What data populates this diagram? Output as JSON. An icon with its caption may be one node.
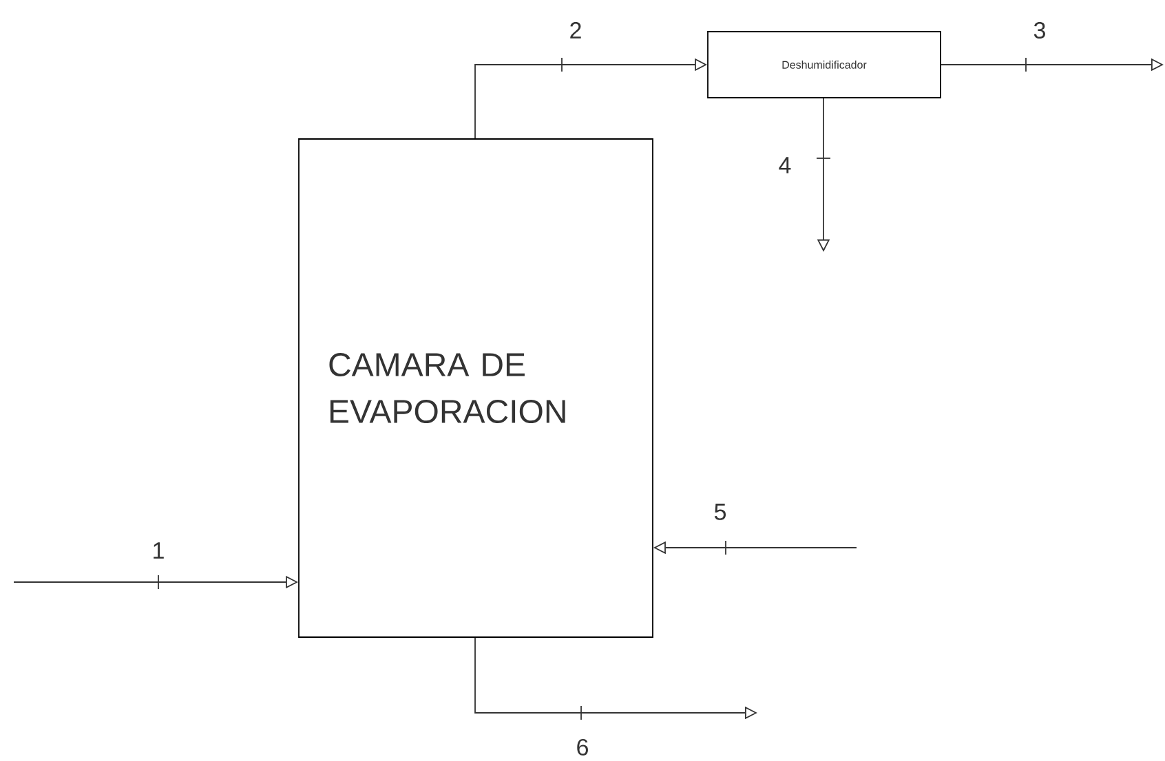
{
  "diagram": {
    "nodes": [
      {
        "text": [
          "CAMARA DE EVAPORACION"
        ]
      },
      {
        "text": [
          "Deshumidificador"
        ]
      }
    ],
    "edges": [
      {
        "from": null,
        "to": 0,
        "arrow": "to",
        "label": "1"
      },
      {
        "from": 0,
        "to": 1,
        "arrow": "to",
        "label": "2"
      },
      {
        "from": 1,
        "to": null,
        "arrow": "to",
        "label": "3"
      },
      {
        "from": 1,
        "to": null,
        "arrow": "to",
        "label": "4"
      },
      {
        "from": null,
        "to": 0,
        "arrow": "to",
        "label": "5"
      },
      {
        "from": 0,
        "to": null,
        "arrow": "to",
        "label": "6"
      }
    ]
  }
}
